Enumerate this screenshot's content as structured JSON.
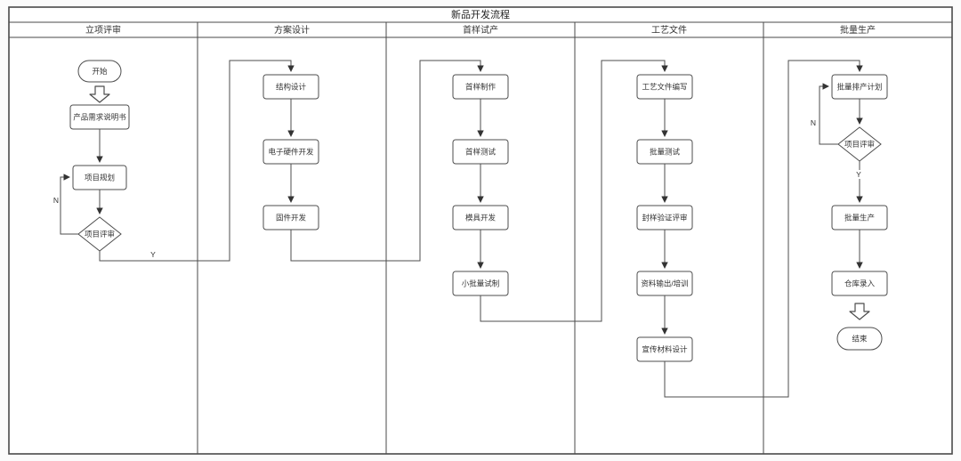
{
  "title": "新品开发流程",
  "lanes": [
    {
      "label": "立项评审"
    },
    {
      "label": "方案设计"
    },
    {
      "label": "首样试产"
    },
    {
      "label": "工艺文件"
    },
    {
      "label": "批量生产"
    }
  ],
  "nodes": {
    "start": {
      "type": "terminator",
      "label": "开始"
    },
    "prd": {
      "type": "process",
      "label": "产品需求说明书"
    },
    "plan": {
      "type": "process",
      "label": "项目规划"
    },
    "review1": {
      "type": "decision",
      "label": "项目评审"
    },
    "structure": {
      "type": "process",
      "label": "结构设计"
    },
    "hardware": {
      "type": "process",
      "label": "电子硬件开发"
    },
    "firmware": {
      "type": "process",
      "label": "固件开发"
    },
    "sample_make": {
      "type": "process",
      "label": "首样制作"
    },
    "sample_test": {
      "type": "process",
      "label": "首样测试"
    },
    "mold": {
      "type": "process",
      "label": "模具开发"
    },
    "pilot": {
      "type": "process",
      "label": "小批量试制"
    },
    "process_doc": {
      "type": "process",
      "label": "工艺文件编写"
    },
    "batch_test": {
      "type": "process",
      "label": "批量测试"
    },
    "seal_review": {
      "type": "process",
      "label": "封样验证评审"
    },
    "data_output": {
      "type": "process",
      "label": "资料输出/培训"
    },
    "marketing": {
      "type": "process",
      "label": "宣传材料设计"
    },
    "schedule": {
      "type": "process",
      "label": "批量排产计划"
    },
    "review2": {
      "type": "decision",
      "label": "项目评审"
    },
    "mass_production": {
      "type": "process",
      "label": "批量生产"
    },
    "warehouse": {
      "type": "process",
      "label": "仓库录入"
    },
    "end": {
      "type": "terminator",
      "label": "结束"
    }
  },
  "edge_labels": {
    "review1_no": "N",
    "review1_yes": "Y",
    "review2_no": "N",
    "review2_yes": "Y"
  },
  "colors": {
    "line": "#4d4d4d",
    "box_fill": "#ffffff",
    "text": "#333333",
    "canvas": "#ffffff"
  }
}
